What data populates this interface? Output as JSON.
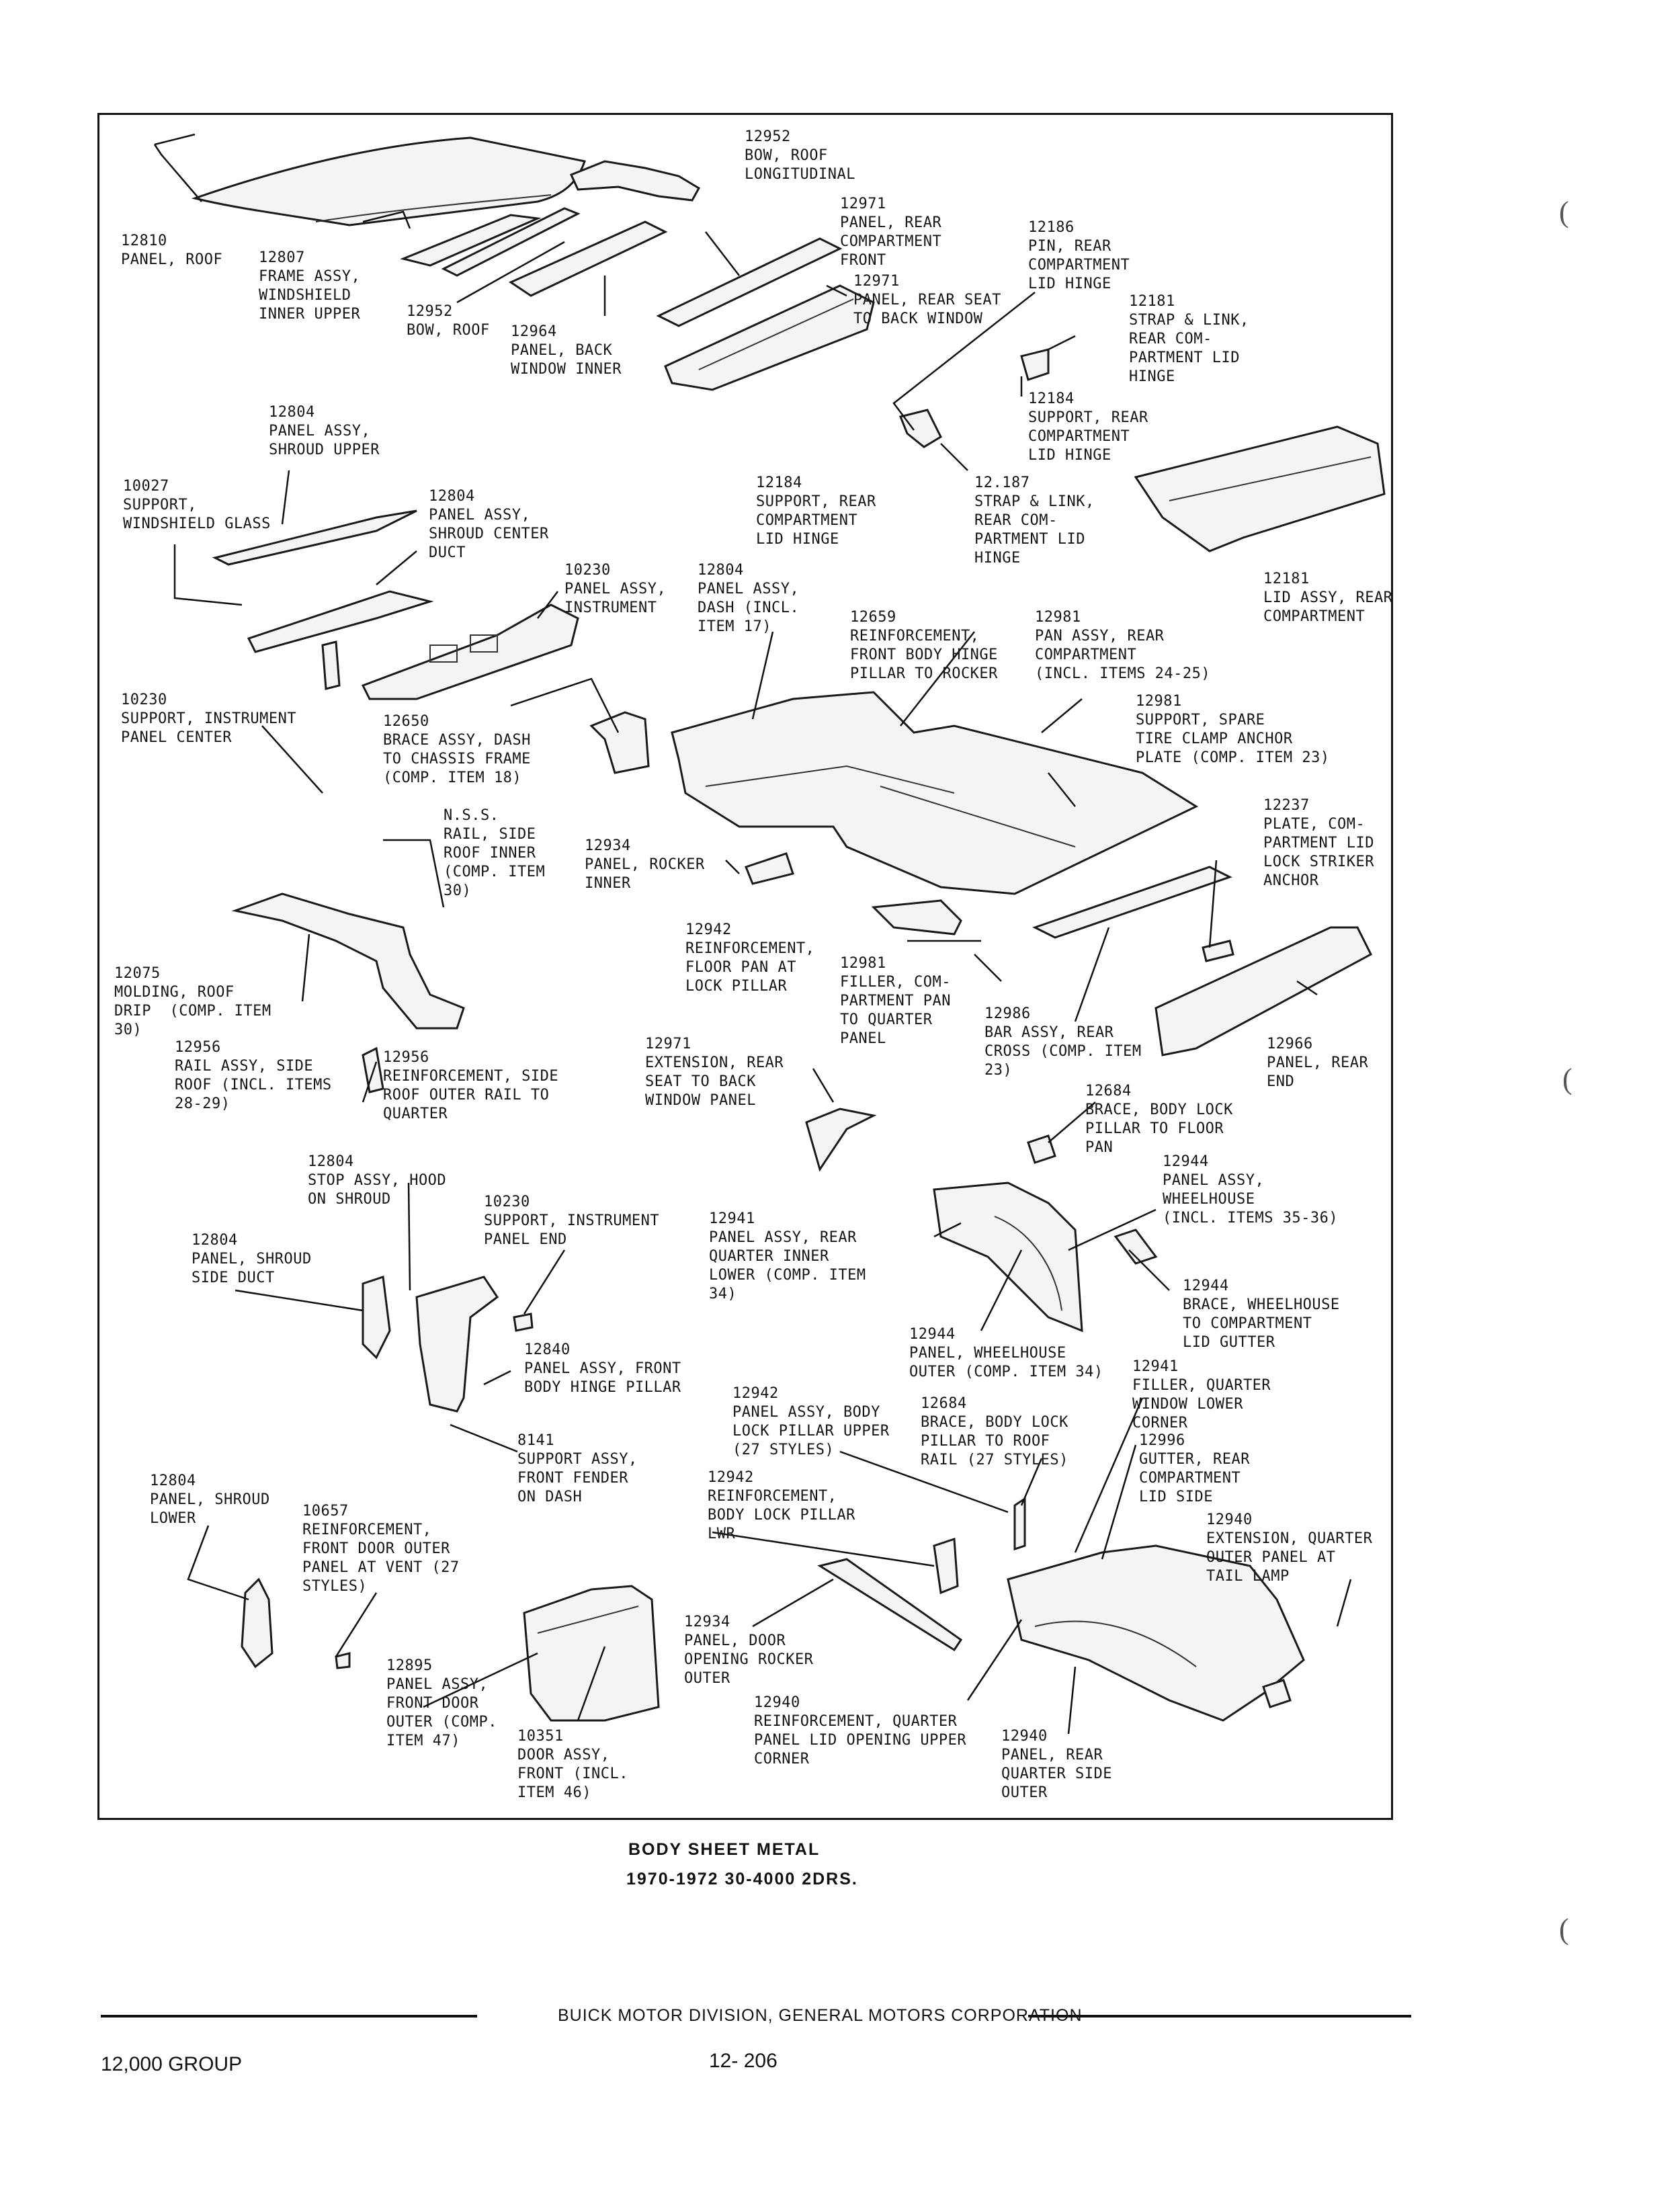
{
  "callouts": [
    {
      "id": "c01",
      "text": "12952\nBOW, ROOF\nLONGITUDINAL"
    },
    {
      "id": "c02",
      "text": "12971\nPANEL, REAR\nCOMPARTMENT\nFRONT"
    },
    {
      "id": "c03",
      "text": "12186\nPIN, REAR\nCOMPARTMENT\nLID HINGE"
    },
    {
      "id": "c04",
      "text": "12810\nPANEL, ROOF"
    },
    {
      "id": "c05",
      "text": "12807\nFRAME ASSY,\nWINDSHIELD\nINNER UPPER"
    },
    {
      "id": "c06",
      "text": "12952\nBOW, ROOF"
    },
    {
      "id": "c07",
      "text": "12964\nPANEL, BACK\nWINDOW INNER"
    },
    {
      "id": "c08",
      "text": "12971\nPANEL, REAR SEAT\nTO BACK WINDOW"
    },
    {
      "id": "c09",
      "text": "12181\nSTRAP & LINK,\nREAR COM-\nPARTMENT LID\nHINGE"
    },
    {
      "id": "c10",
      "text": "12184\nSUPPORT, REAR\nCOMPARTMENT\nLID HINGE"
    },
    {
      "id": "c11",
      "text": "12804\nPANEL ASSY,\nSHROUD UPPER"
    },
    {
      "id": "c12",
      "text": "10027\nSUPPORT,\nWINDSHIELD GLASS"
    },
    {
      "id": "c13",
      "text": "12804\nPANEL ASSY,\nSHROUD CENTER\nDUCT"
    },
    {
      "id": "c14",
      "text": "12184\nSUPPORT, REAR\nCOMPARTMENT\nLID HINGE"
    },
    {
      "id": "c15",
      "text": "12.187\nSTRAP & LINK,\nREAR COM-\nPARTMENT LID\nHINGE"
    },
    {
      "id": "c16",
      "text": "12181\nLID ASSY, REAR\nCOMPARTMENT"
    },
    {
      "id": "c17",
      "text": "10230\nPANEL ASSY,\nINSTRUMENT"
    },
    {
      "id": "c18",
      "text": "12804\nPANEL ASSY,\nDASH (INCL.\nITEM 17)"
    },
    {
      "id": "c19",
      "text": "12659\nREINFORCEMENT,\nFRONT BODY HINGE\nPILLAR TO ROCKER"
    },
    {
      "id": "c20",
      "text": "12981\nPAN ASSY, REAR\nCOMPARTMENT\n(INCL. ITEMS 24-25)"
    },
    {
      "id": "c21",
      "text": "10230\nSUPPORT, INSTRUMENT\nPANEL CENTER"
    },
    {
      "id": "c22",
      "text": "12650\nBRACE ASSY, DASH\nTO CHASSIS FRAME\n(COMP. ITEM 18)"
    },
    {
      "id": "c23",
      "text": "12981\nSUPPORT, SPARE\nTIRE CLAMP ANCHOR\nPLATE (COMP. ITEM 23)"
    },
    {
      "id": "c24",
      "text": "N.S.S.\nRAIL, SIDE\nROOF INNER\n(COMP. ITEM\n30)"
    },
    {
      "id": "c25",
      "text": "12934\nPANEL, ROCKER\nINNER"
    },
    {
      "id": "c26",
      "text": "12237\nPLATE, COM-\nPARTMENT LID\nLOCK STRIKER\nANCHOR"
    },
    {
      "id": "c27",
      "text": "12075\nMOLDING, ROOF\nDRIP  (COMP. ITEM\n30)"
    },
    {
      "id": "c28",
      "text": "12942\nREINFORCEMENT,\nFLOOR PAN AT\nLOCK PILLAR"
    },
    {
      "id": "c29",
      "text": "12981\nFILLER, COM-\nPARTMENT PAN\nTO QUARTER\nPANEL"
    },
    {
      "id": "c30",
      "text": "12986\nBAR ASSY, REAR\nCROSS (COMP. ITEM\n23)"
    },
    {
      "id": "c31",
      "text": "12966\nPANEL, REAR\nEND"
    },
    {
      "id": "c32",
      "text": "12956\nRAIL ASSY, SIDE\nROOF (INCL. ITEMS\n28-29)"
    },
    {
      "id": "c33",
      "text": "12956\nREINFORCEMENT, SIDE\nROOF OUTER RAIL TO\nQUARTER"
    },
    {
      "id": "c34",
      "text": "12971\nEXTENSION, REAR\nSEAT TO BACK\nWINDOW PANEL"
    },
    {
      "id": "c35",
      "text": "12684\nBRACE, BODY LOCK\nPILLAR TO FLOOR\nPAN"
    },
    {
      "id": "c36",
      "text": "12804\nSTOP ASSY, HOOD\nON SHROUD"
    },
    {
      "id": "c37",
      "text": "10230\nSUPPORT, INSTRUMENT\nPANEL END"
    },
    {
      "id": "c38",
      "text": "12941\nPANEL ASSY, REAR\nQUARTER INNER\nLOWER (COMP. ITEM\n34)"
    },
    {
      "id": "c39",
      "text": "12944\nPANEL ASSY,\nWHEELHOUSE\n(INCL. ITEMS 35-36)"
    },
    {
      "id": "c40",
      "text": "12804\nPANEL, SHROUD\nSIDE DUCT"
    },
    {
      "id": "c41",
      "text": "12944\nBRACE, WHEELHOUSE\nTO COMPARTMENT\nLID GUTTER"
    },
    {
      "id": "c42",
      "text": "12840\nPANEL ASSY, FRONT\nBODY HINGE PILLAR"
    },
    {
      "id": "c43",
      "text": "12944\nPANEL, WHEELHOUSE\nOUTER (COMP. ITEM 34)"
    },
    {
      "id": "c44",
      "text": "12941\nFILLER, QUARTER\nWINDOW LOWER\nCORNER"
    },
    {
      "id": "c45",
      "text": "12942\nPANEL ASSY, BODY\nLOCK PILLAR UPPER\n(27 STYLES)"
    },
    {
      "id": "c46",
      "text": "12684\nBRACE, BODY LOCK\nPILLAR TO ROOF\nRAIL (27 STYLES)"
    },
    {
      "id": "c47",
      "text": "12996\nGUTTER, REAR\nCOMPARTMENT\nLID SIDE"
    },
    {
      "id": "c48",
      "text": "8141\nSUPPORT ASSY,\nFRONT FENDER\nON DASH"
    },
    {
      "id": "c49",
      "text": "12804\nPANEL, SHROUD\nLOWER"
    },
    {
      "id": "c50",
      "text": "10657\nREINFORCEMENT,\nFRONT DOOR OUTER\nPANEL AT VENT (27\nSTYLES)"
    },
    {
      "id": "c51",
      "text": "12942\nREINFORCEMENT,\nBODY LOCK PILLAR\nLWR"
    },
    {
      "id": "c52",
      "text": "12940\nEXTENSION, QUARTER\nOUTER PANEL AT\nTAIL LAMP"
    },
    {
      "id": "c53",
      "text": "12934\nPANEL, DOOR\nOPENING ROCKER\nOUTER"
    },
    {
      "id": "c54",
      "text": "12895\nPANEL ASSY,\nFRONT DOOR\nOUTER (COMP.\nITEM 47)"
    },
    {
      "id": "c55",
      "text": "10351\nDOOR ASSY,\nFRONT (INCL.\nITEM 46)"
    },
    {
      "id": "c56",
      "text": "12940\nREINFORCEMENT, QUARTER\nPANEL LID OPENING UPPER\nCORNER"
    },
    {
      "id": "c57",
      "text": "12940\nPANEL, REAR\nQUARTER SIDE\nOUTER"
    }
  ],
  "caption": {
    "title": "BODY SHEET METAL",
    "subtitle": "1970-1972 30-4000 2DRS."
  },
  "footer": {
    "company": "BUICK MOTOR DIVISION, GENERAL MOTORS CORPORATION",
    "group": "12,000 GROUP",
    "page": "12- 206"
  }
}
